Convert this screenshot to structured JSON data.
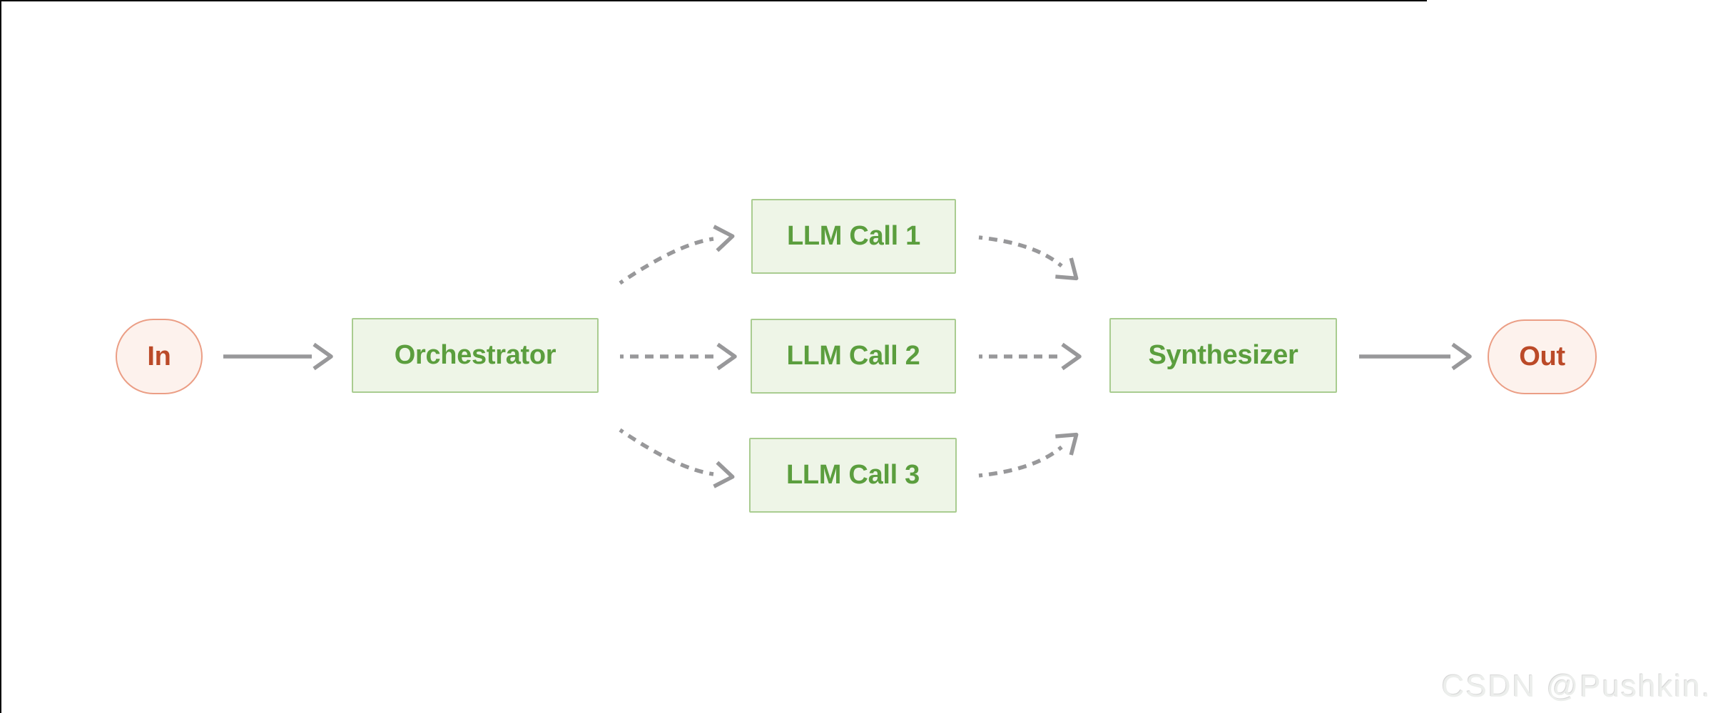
{
  "diagram": {
    "type": "flowchart",
    "nodes": [
      {
        "id": "in",
        "label": "In",
        "shape": "pill",
        "role": "input terminal"
      },
      {
        "id": "orchestrator",
        "label": "Orchestrator",
        "shape": "rect",
        "role": "process"
      },
      {
        "id": "llm-call-1",
        "label": "LLM Call 1",
        "shape": "rect",
        "role": "process"
      },
      {
        "id": "llm-call-2",
        "label": "LLM Call 2",
        "shape": "rect",
        "role": "process"
      },
      {
        "id": "llm-call-3",
        "label": "LLM Call 3",
        "shape": "rect",
        "role": "process"
      },
      {
        "id": "synthesizer",
        "label": "Synthesizer",
        "shape": "rect",
        "role": "process"
      },
      {
        "id": "out",
        "label": "Out",
        "shape": "pill",
        "role": "output terminal"
      }
    ],
    "edges": [
      {
        "from": "In",
        "to": "Orchestrator",
        "style": "solid"
      },
      {
        "from": "Orchestrator",
        "to": "LLM Call 1",
        "style": "dashed-curved"
      },
      {
        "from": "Orchestrator",
        "to": "LLM Call 2",
        "style": "dashed-straight"
      },
      {
        "from": "Orchestrator",
        "to": "LLM Call 3",
        "style": "dashed-curved"
      },
      {
        "from": "LLM Call 1",
        "to": "Synthesizer",
        "style": "dashed-curved"
      },
      {
        "from": "LLM Call 2",
        "to": "Synthesizer",
        "style": "dashed-straight"
      },
      {
        "from": "LLM Call 3",
        "to": "Synthesizer",
        "style": "dashed-curved"
      },
      {
        "from": "Synthesizer",
        "to": "Out",
        "style": "solid"
      }
    ],
    "colors": {
      "process_fill": "#eef5e7",
      "process_border": "#a9cc90",
      "process_text": "#5b9e3e",
      "terminal_fill": "#fdf2ed",
      "terminal_border": "#eb9e85",
      "terminal_text": "#bb4a28",
      "arrow_gray": "#98989a",
      "background": "#ffffff"
    }
  },
  "watermark": {
    "text": "CSDN @Pushkin."
  }
}
